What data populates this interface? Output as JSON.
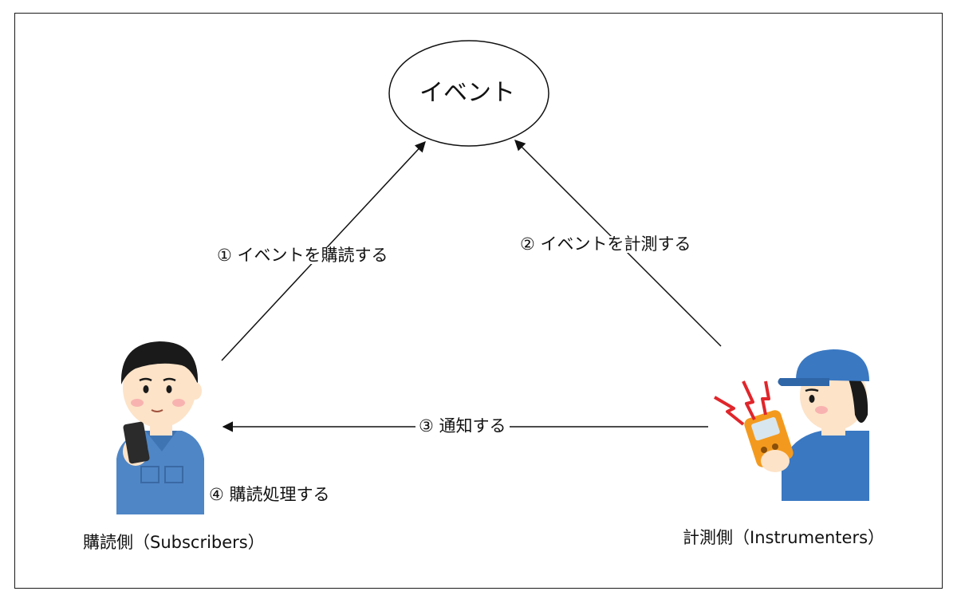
{
  "event_node": {
    "label": "イベント"
  },
  "edges": {
    "subscribe": "① イベントを購読する",
    "measure": "② イベントを計測する",
    "notify": "③ 通知する",
    "process": "④ 購読処理する"
  },
  "actors": {
    "subscriber": {
      "label": "購読側（Subscribers）"
    },
    "instrumenter": {
      "label": "計測側（Instrumenters）"
    }
  },
  "colors": {
    "line": "#111111",
    "shirt": "#4f86c6",
    "cap": "#3a78c2",
    "skin": "#fde3c8",
    "hair": "#1a1a1a",
    "device": "#f39a1e",
    "spark": "#e0262b"
  }
}
